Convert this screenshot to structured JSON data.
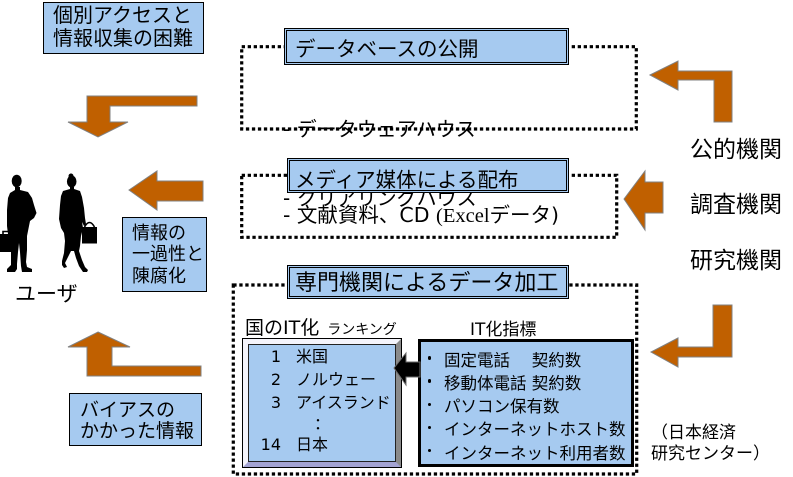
{
  "colors": {
    "box_fill": "#A6CAF0",
    "arrow_fill": "#C06000",
    "arrow_outline": "#808080",
    "frame": "#000000",
    "pointer_arrow": "#000000"
  },
  "user": {
    "label": "ユーザ"
  },
  "problems": {
    "access_difficulty": [
      "個別アクセスと",
      "情報収集の困難"
    ],
    "transience": [
      "情報の",
      "一過性と",
      "陳腐化"
    ],
    "bias": [
      "バイアスの",
      "かかった情報"
    ]
  },
  "channels": {
    "database": {
      "title": "データベースの公開",
      "items": [
        "- データウェアハウス",
        "- クリアリングハウス"
      ]
    },
    "media": {
      "title": "メディア媒体による配布",
      "item_parts": [
        "- 文献資料、CD ",
        "(Excel",
        "データ)"
      ]
    },
    "processing": {
      "title": "専門機関によるデータ加工",
      "ranking": {
        "label": "国のIT化",
        "label_suffix": "ランキング",
        "rows": [
          {
            "rank": "1",
            "country": "米国"
          },
          {
            "rank": "2",
            "country": "ノルウェー"
          },
          {
            "rank": "3",
            "country": "アイスランド"
          },
          {
            "rank": "",
            "country": "："
          },
          {
            "rank": "14",
            "country": "日本"
          }
        ]
      },
      "indicators": {
        "label": "IT化指標",
        "items": [
          "固定電話　 契約数",
          "移動体電話 契約数",
          "パソコン保有数",
          "インターネットホスト数",
          "インターネット利用者数"
        ]
      },
      "source_note": [
        "（日本経済",
        "研究センター）"
      ]
    }
  },
  "providers": [
    "公的機関",
    "調査機関",
    "研究機関"
  ]
}
